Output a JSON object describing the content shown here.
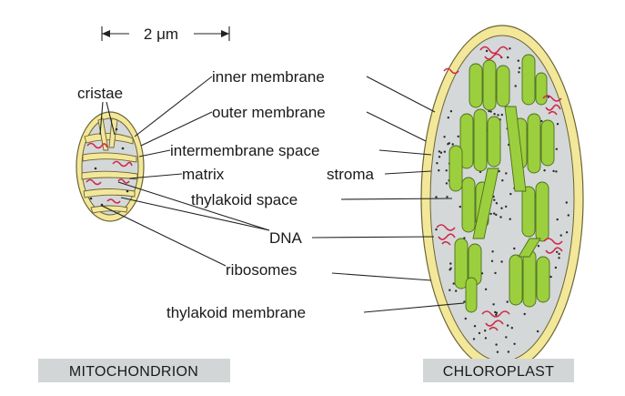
{
  "scale_bar": {
    "label": "2 μm"
  },
  "labels": {
    "cristae": "cristae",
    "inner_membrane": "inner membrane",
    "outer_membrane": "outer membrane",
    "intermembrane_space": "intermembrane space",
    "matrix": "matrix",
    "stroma": "stroma",
    "thylakoid_space": "thylakoid space",
    "dna": "DNA",
    "ribosomes": "ribosomes",
    "thylakoid_membrane": "thylakoid membrane"
  },
  "captions": {
    "mitochondrion": "MITOCHONDRION",
    "chloroplast": "CHLOROPLAST"
  },
  "colors": {
    "membrane": "#f3e79a",
    "inner_space": "#d4d8d8",
    "thylakoid": "#9ccf3e",
    "dna": "#d0284a",
    "caption_box": "#d3d6d6"
  }
}
